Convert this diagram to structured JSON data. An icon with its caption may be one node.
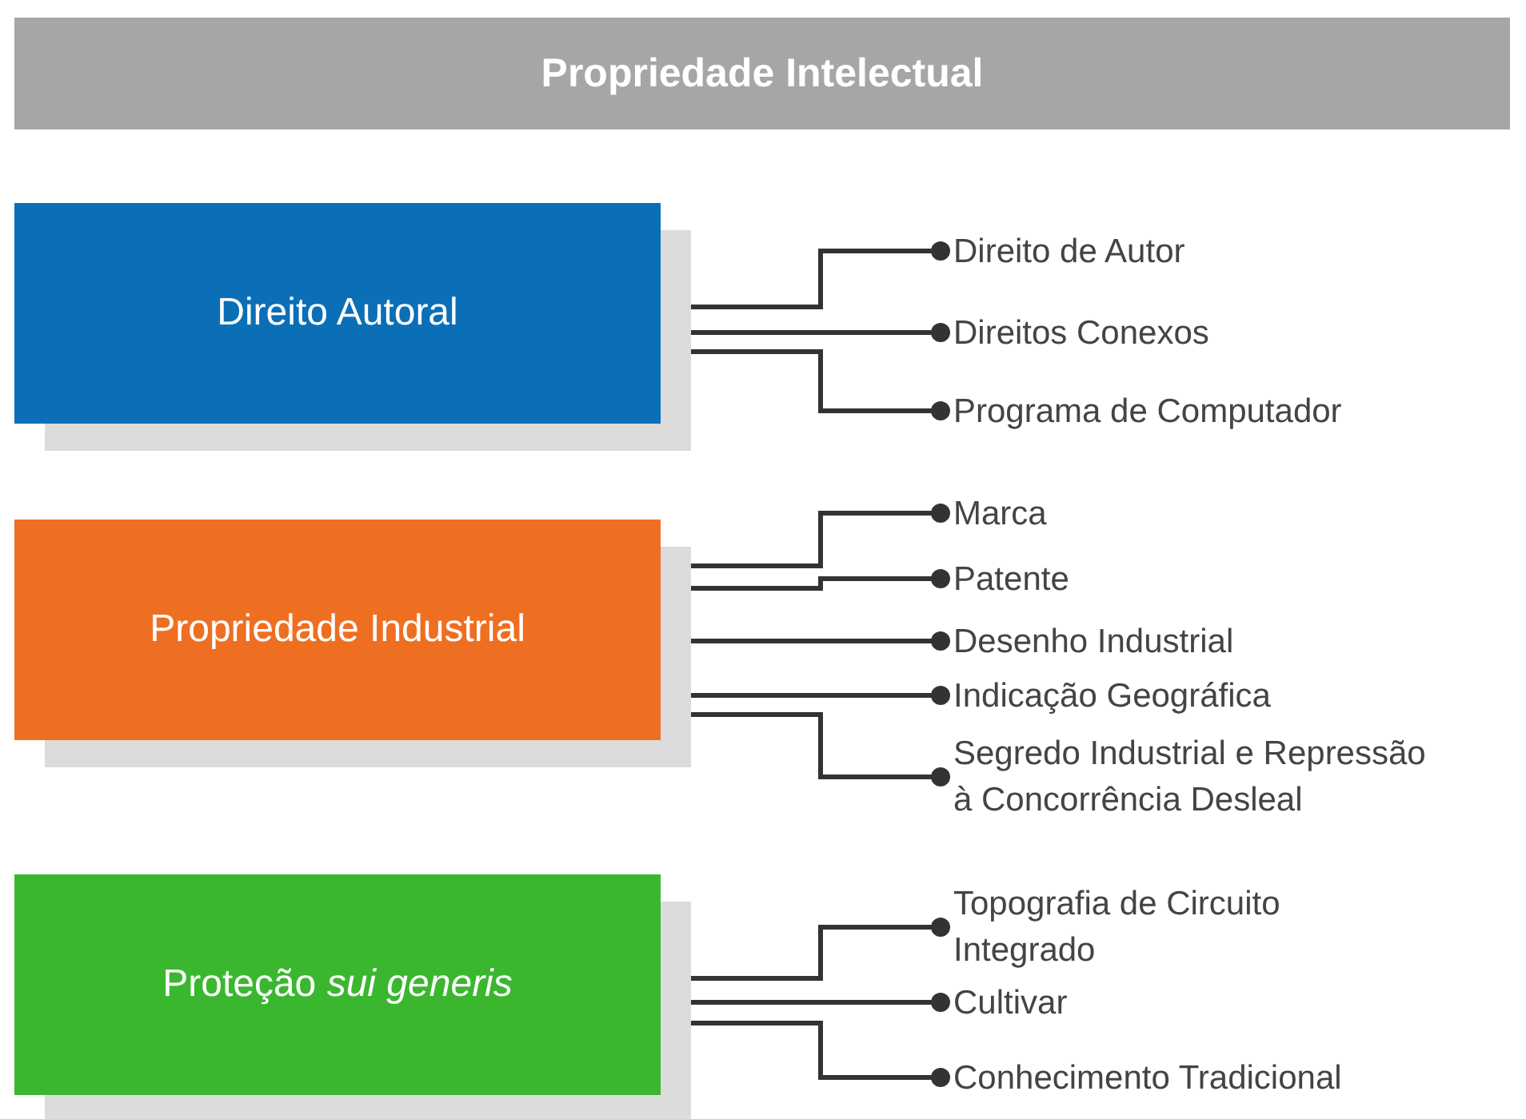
{
  "diagram": {
    "title": "Propriedade Intelectual",
    "nodes": [
      {
        "text": [
          "Direito Autoral"
        ]
      },
      {
        "text": [
          "Direito de Autor"
        ]
      },
      {
        "text": [
          "Direitos Conexos"
        ]
      },
      {
        "text": [
          "Programa de Computador"
        ]
      },
      {
        "text": [
          "Propriedade Industrial"
        ]
      },
      {
        "text": [
          "Marca"
        ]
      },
      {
        "text": [
          "Patente"
        ]
      },
      {
        "text": [
          "Desenho Industrial"
        ]
      },
      {
        "text": [
          "Indicação Geográfica"
        ]
      },
      {
        "text": [
          "Segredo Industrial e Repressão à Concorrência Desleal"
        ]
      },
      {
        "text": [
          "Proteção *sui generis*"
        ]
      },
      {
        "text": [
          "Topografia de Circuito Integrado"
        ]
      },
      {
        "text": [
          "Cultivar"
        ]
      },
      {
        "text": [
          "Conhecimento Tradicional"
        ]
      }
    ],
    "edges": [
      {
        "from": 0,
        "to": 1,
        "arrow": "other"
      },
      {
        "from": 0,
        "to": 2,
        "arrow": "other"
      },
      {
        "from": 0,
        "to": 3,
        "arrow": "other"
      },
      {
        "from": 4,
        "to": 5,
        "arrow": "other"
      },
      {
        "from": 4,
        "to": 6,
        "arrow": "other"
      },
      {
        "from": 4,
        "to": 7,
        "arrow": "other"
      },
      {
        "from": 4,
        "to": 8,
        "arrow": "other"
      },
      {
        "from": 4,
        "to": 9,
        "arrow": "other"
      },
      {
        "from": 10,
        "to": 11,
        "arrow": "other"
      },
      {
        "from": 10,
        "to": 12,
        "arrow": "other"
      },
      {
        "from": 10,
        "to": 13,
        "arrow": "other"
      }
    ]
  }
}
